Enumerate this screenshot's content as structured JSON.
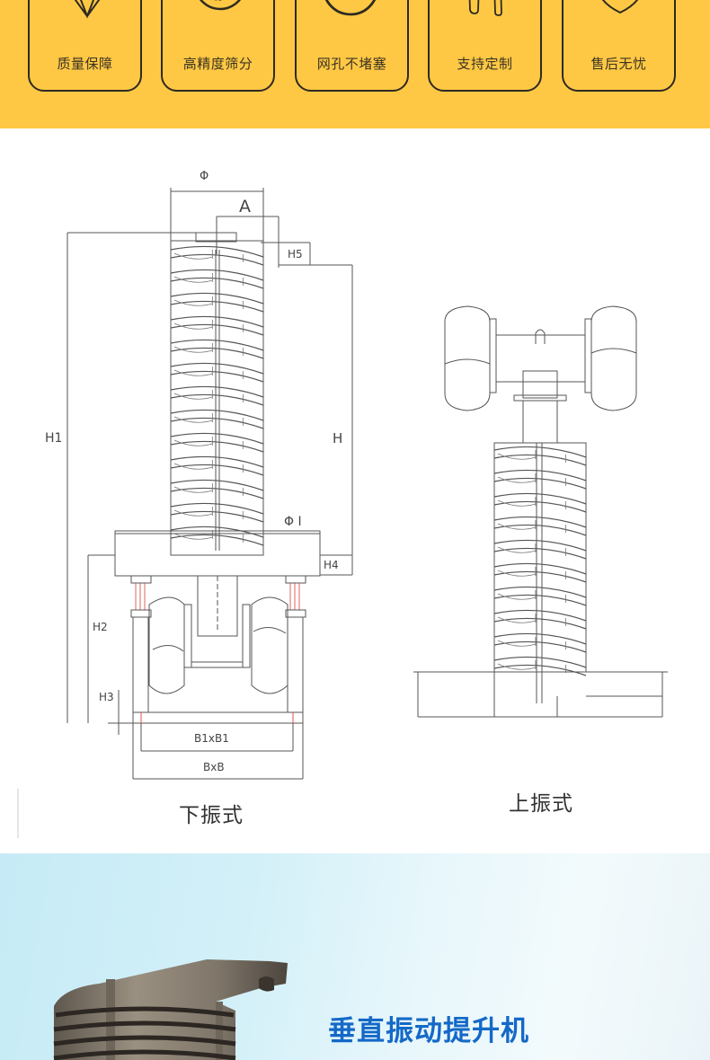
{
  "features": [
    {
      "icon": "diamond-icon",
      "label": "质量保障"
    },
    {
      "icon": "gear-sieve-icon",
      "label": "高精度筛分"
    },
    {
      "icon": "circular-arrows-icon",
      "label": "网孔不堵塞"
    },
    {
      "icon": "tools-icon",
      "label": "支持定制"
    },
    {
      "icon": "shield-icon",
      "label": "售后无忧"
    }
  ],
  "colors": {
    "banner": "#ffc844",
    "title_blue": "#1469c7",
    "line": "#555555"
  },
  "diagram_bottom": {
    "caption": "下振式",
    "dimensions": {
      "phi": "Φ",
      "a": "A",
      "h5": "H5",
      "h1": "H1",
      "h": "H",
      "phi1": "Φ I",
      "h4": "H4",
      "h2": "H2",
      "h3": "H3",
      "b1xb1": "B1xB1",
      "bxb": "BxB"
    }
  },
  "diagram_top": {
    "caption": "上振式"
  },
  "hero": {
    "title": "垂直振动提升机"
  }
}
